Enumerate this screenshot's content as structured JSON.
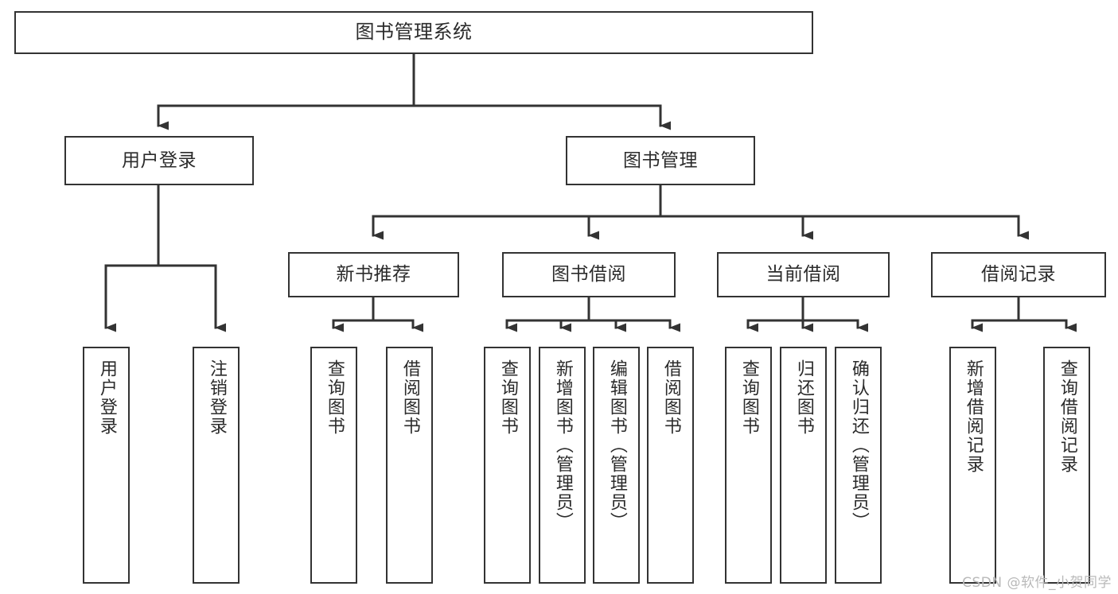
{
  "diagram": {
    "type": "tree-hierarchy",
    "title": "图书管理系统",
    "watermark": "CSDN @软件_小贺同学",
    "colors": {
      "stroke": "#333333",
      "text": "#2b2b2b",
      "background": "#ffffff",
      "watermark": "#b9b9b9"
    },
    "nodes": {
      "root": {
        "label": "图书管理系统"
      },
      "level2": [
        {
          "id": "user-login",
          "label": "用户登录"
        },
        {
          "id": "book-management",
          "label": "图书管理"
        }
      ],
      "level3": [
        {
          "id": "new-book-recommend",
          "label": "新书推荐"
        },
        {
          "id": "book-borrow",
          "label": "图书借阅"
        },
        {
          "id": "current-borrow",
          "label": "当前借阅"
        },
        {
          "id": "borrow-record",
          "label": "借阅记录"
        }
      ],
      "leaves": {
        "user-login": [
          {
            "id": "leaf-user-login",
            "label": "用户登录"
          },
          {
            "id": "leaf-logout-login",
            "label": "注销登录"
          }
        ],
        "new-book-recommend": [
          {
            "id": "leaf-query-book-1",
            "label": "查询图书"
          },
          {
            "id": "leaf-borrow-book-1",
            "label": "借阅图书"
          }
        ],
        "book-borrow": [
          {
            "id": "leaf-query-book-2",
            "label": "查询图书"
          },
          {
            "id": "leaf-add-book",
            "label": "新增图书（管理员）"
          },
          {
            "id": "leaf-edit-book",
            "label": "编辑图书（管理员）"
          },
          {
            "id": "leaf-borrow-book-2",
            "label": "借阅图书"
          }
        ],
        "current-borrow": [
          {
            "id": "leaf-query-book-3",
            "label": "查询图书"
          },
          {
            "id": "leaf-return-book",
            "label": "归还图书"
          },
          {
            "id": "leaf-confirm-return",
            "label": "确认归还（管理员）"
          }
        ],
        "borrow-record": [
          {
            "id": "leaf-add-record",
            "label": "新增借阅记录"
          },
          {
            "id": "leaf-query-record",
            "label": "查询借阅记录"
          }
        ]
      }
    }
  }
}
